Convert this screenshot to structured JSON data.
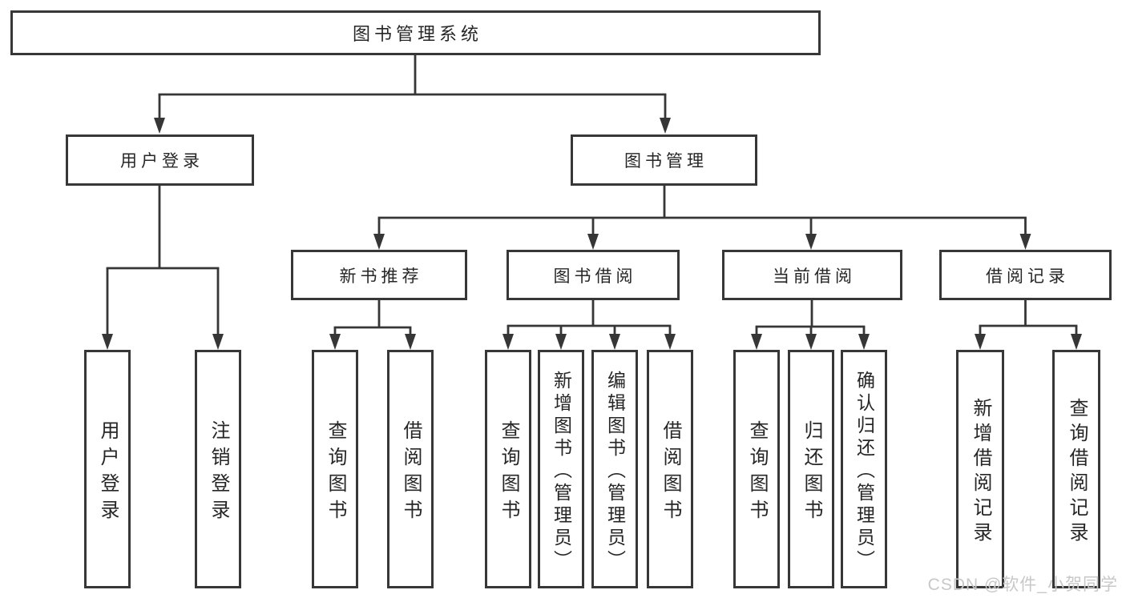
{
  "tree": {
    "label": "图书管理系统",
    "children": [
      {
        "label": "用户登录",
        "children": [
          {
            "label": "用户登录"
          },
          {
            "label": "注销登录"
          }
        ]
      },
      {
        "label": "图书管理",
        "children": [
          {
            "label": "新书推荐",
            "children": [
              {
                "label": "查询图书"
              },
              {
                "label": "借阅图书"
              }
            ]
          },
          {
            "label": "图书借阅",
            "children": [
              {
                "label": "查询图书"
              },
              {
                "label": "新增图书（管理员）"
              },
              {
                "label": "编辑图书（管理员）"
              },
              {
                "label": "借阅图书"
              }
            ]
          },
          {
            "label": "当前借阅",
            "children": [
              {
                "label": "查询图书"
              },
              {
                "label": "归还图书"
              },
              {
                "label": "确认归还（管理员）"
              }
            ]
          },
          {
            "label": "借阅记录",
            "children": [
              {
                "label": "新增借阅记录"
              },
              {
                "label": "查询借阅记录"
              }
            ]
          }
        ]
      }
    ]
  },
  "watermark": {
    "text": "CSDN @软件_小贺同学"
  },
  "colors": {
    "line": "#363636",
    "box_border": "#373737",
    "text": "#262626",
    "watermark": "#c8c8c8",
    "background": "#ffffff"
  }
}
